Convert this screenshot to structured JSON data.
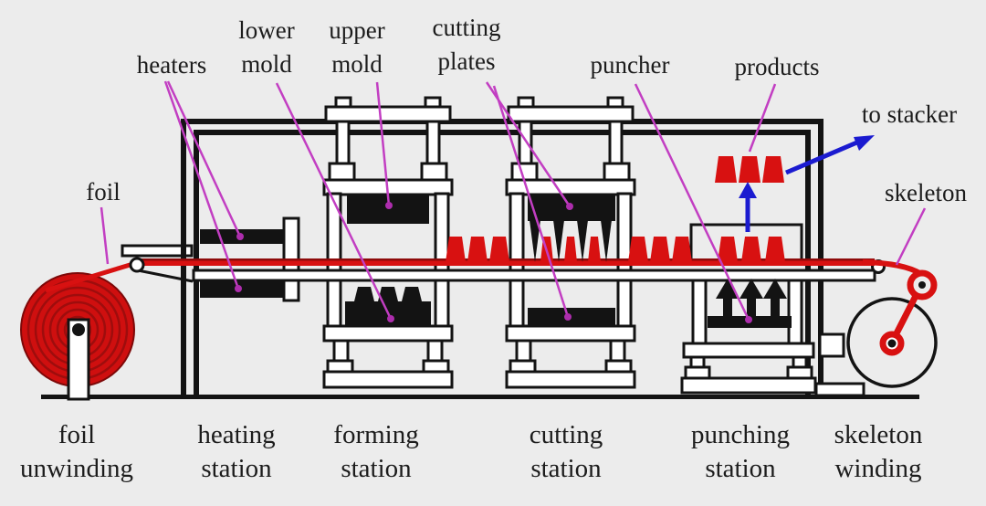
{
  "diagram": {
    "kind": "production-line-schematic",
    "labels": {
      "foil": "foil",
      "heaters": "heaters",
      "lower_mold": [
        "lower",
        "mold"
      ],
      "upper_mold": [
        "upper",
        "mold"
      ],
      "cutting_plates": [
        "cutting",
        "plates"
      ],
      "puncher": "puncher",
      "products": "products",
      "to_stacker": "to stacker",
      "skeleton": "skeleton"
    },
    "stations": [
      {
        "lines": [
          "foil",
          "unwinding"
        ]
      },
      {
        "lines": [
          "heating",
          "station"
        ]
      },
      {
        "lines": [
          "forming",
          "station"
        ]
      },
      {
        "lines": [
          "cutting",
          "station"
        ]
      },
      {
        "lines": [
          "punching",
          "station"
        ]
      },
      {
        "lines": [
          "skeleton",
          "winding"
        ]
      }
    ],
    "icons": {
      "up_arrow": "blue-arrow-up-to-products",
      "stacker_arrow": "blue-arrow-to-stacker"
    },
    "colors": {
      "foil_red": "#d81111",
      "dark_red": "#8e0b0b",
      "leader_magenta": "#c23ec2",
      "arrow_blue": "#1b1bd0",
      "machine_black": "#131313",
      "background": "#ececec"
    }
  }
}
